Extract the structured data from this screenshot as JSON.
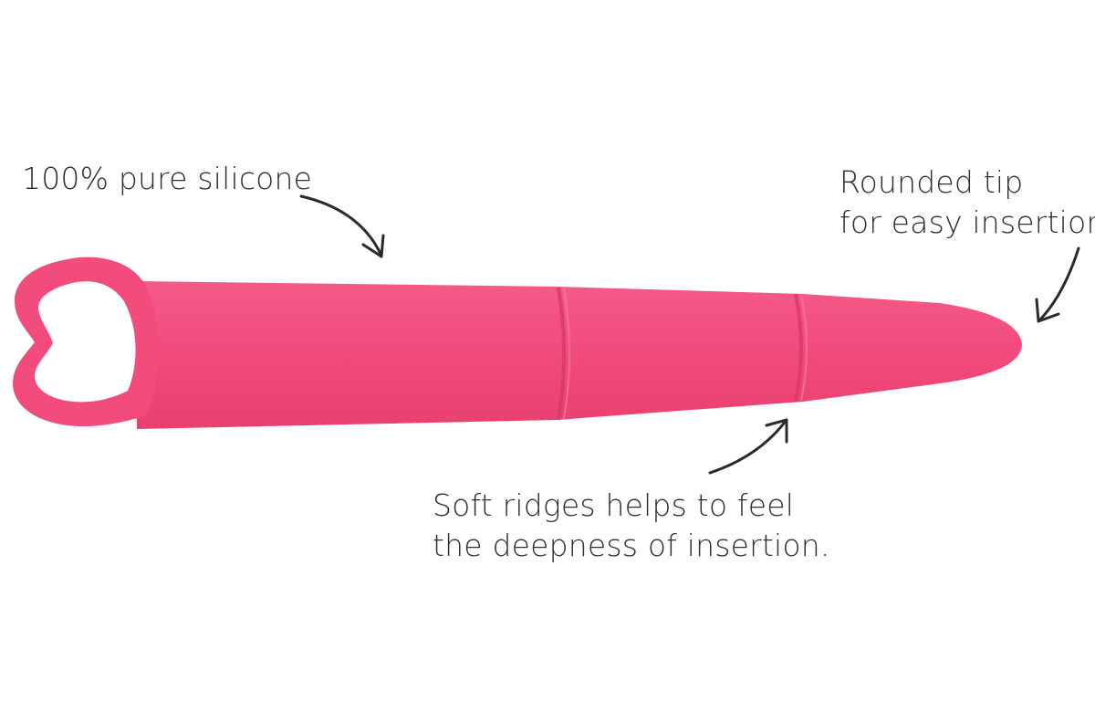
{
  "labels": {
    "silicone": "100% pure silicone",
    "tip_line1": "Rounded tip",
    "tip_line2": "for easy insertion",
    "ridges_line1": "Soft ridges helps to feel",
    "ridges_line2": "the deepness of insertion."
  },
  "colors": {
    "product": "#f24c7d",
    "product_dark": "#e23e6e",
    "ridge": "#e0406f",
    "arrow": "#2b2b2b",
    "text": "#2f2f2f"
  }
}
